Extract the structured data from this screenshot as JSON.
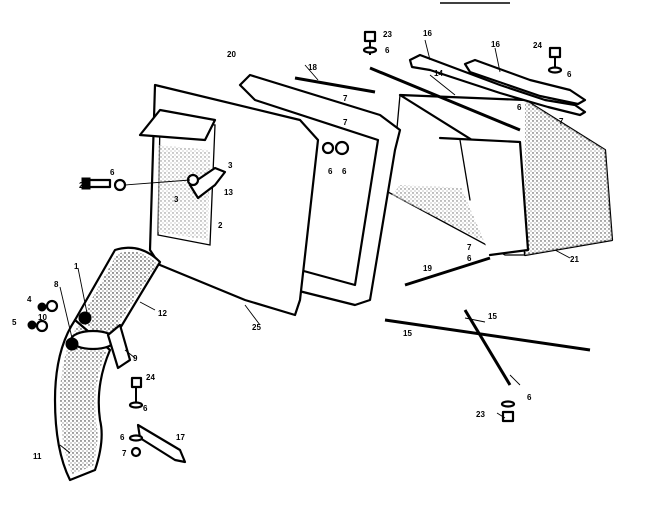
{
  "labels": {
    "l1": "1",
    "l2": "2",
    "l3a": "3",
    "l3b": "3",
    "l4": "4",
    "l5": "5",
    "l6a": "6",
    "l6b": "6",
    "l6c": "6",
    "l6d": "6",
    "l6e": "6",
    "l6f": "6",
    "l6g": "6",
    "l6h": "6",
    "l6i": "6",
    "l6j": "6",
    "l7a": "7",
    "l7b": "7",
    "l7c": "7",
    "l7d": "7",
    "l7e": "7",
    "l8": "8",
    "l9": "9",
    "l10": "10",
    "l11": "11",
    "l12": "12",
    "l13": "13",
    "l14": "14",
    "l15a": "15",
    "l15b": "15",
    "l16a": "16",
    "l16b": "16",
    "l17": "17",
    "l18": "18",
    "l19": "19",
    "l20": "20",
    "l21": "21",
    "l22": "22",
    "l23a": "23",
    "l23b": "23",
    "l24a": "24",
    "l24b": "24",
    "l25": "25"
  }
}
